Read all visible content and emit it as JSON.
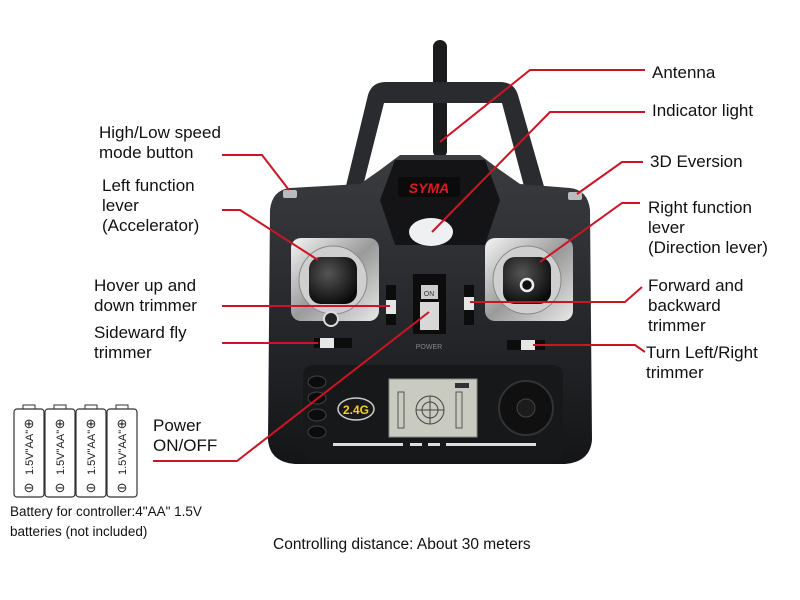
{
  "brand": "SYMA",
  "badge": "2.4G",
  "switch_on": "ON",
  "switch_label": "POWER",
  "battery_label": "1.5V\"AA\"",
  "labels": {
    "antenna": [
      "Antenna"
    ],
    "indicator": [
      "Indicator light"
    ],
    "eversion": [
      "3D Eversion"
    ],
    "right_lever": [
      "Right function",
      "lever",
      "(Direction lever)"
    ],
    "fwd_trimmer": [
      "Forward and",
      "backward",
      "trimmer"
    ],
    "turn_trimmer": [
      "Turn Left/Right",
      "trimmer"
    ],
    "speed_button": [
      "High/Low speed",
      "mode button"
    ],
    "left_lever": [
      "Left function",
      "lever",
      "(Accelerator)"
    ],
    "hover_trimmer": [
      "Hover up and",
      "down trimmer"
    ],
    "sideward_trimmer": [
      "Sideward fly",
      "trimmer"
    ],
    "power": [
      "Power",
      "ON/OFF"
    ]
  },
  "battery_note": [
    "Battery for controller:4\"AA\" 1.5V",
    "batteries (not included)"
  ],
  "distance_note": "Controlling distance: About 30 meters",
  "colors": {
    "leader": "#cc1424",
    "body": "#1e1f22"
  }
}
